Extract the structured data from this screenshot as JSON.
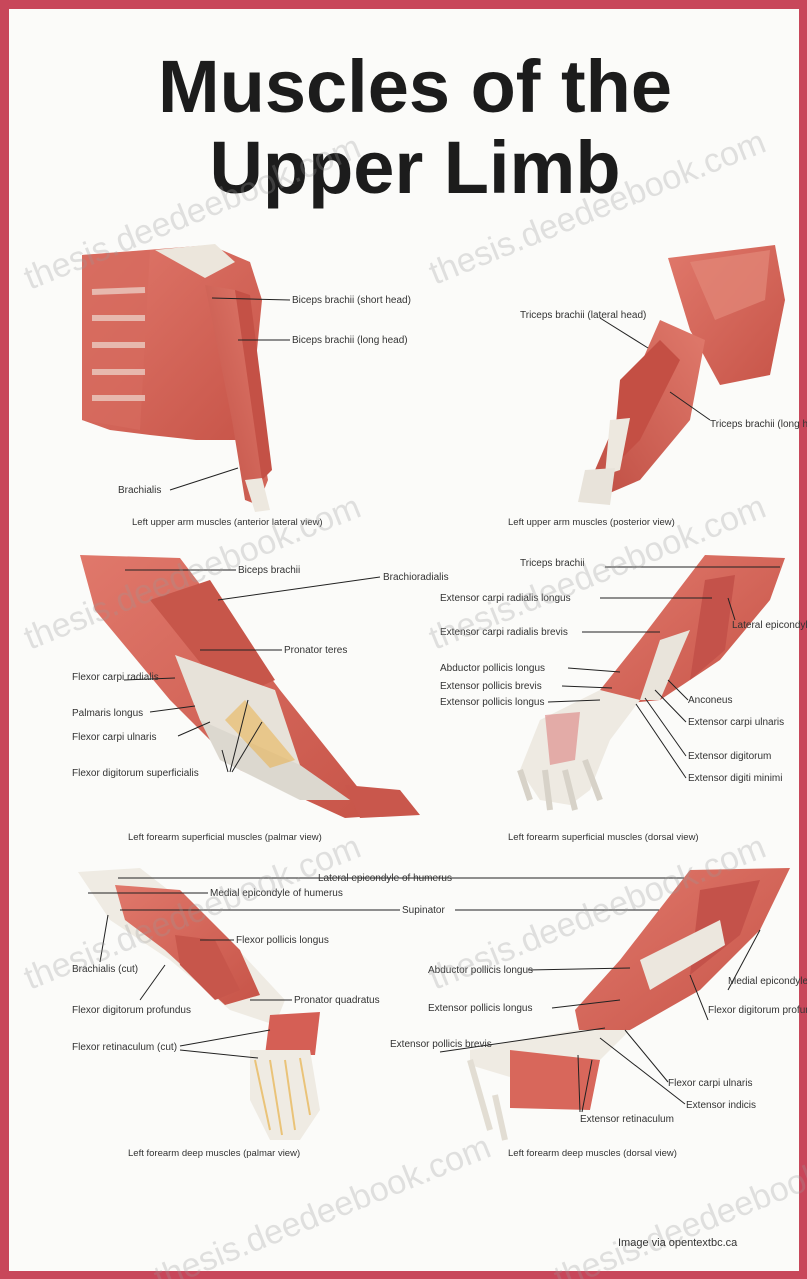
{
  "title": {
    "line1": "Muscles of the",
    "line2": "Upper Limb"
  },
  "watermark": "thesis.deedeebook.com",
  "credit": "Image via opentextbc.ca",
  "colors": {
    "border": "#c8475a",
    "muscle": "#d9695e",
    "muscle_dark": "#b84d45",
    "tendon": "#e8e4dc",
    "bone": "#f1ede4",
    "background": "#fbfbf9"
  },
  "panels": {
    "p1": {
      "caption": "Left upper arm muscles (anterior lateral view)",
      "labels": [
        "Biceps brachii (short head)",
        "Biceps brachii (long head)",
        "Brachialis"
      ]
    },
    "p2": {
      "caption": "Left upper arm muscles (posterior view)",
      "labels": [
        "Triceps brachii (lateral head)",
        "Triceps brachii (long head)"
      ]
    },
    "p3": {
      "caption": "Left forearm superficial muscles (palmar view)",
      "labels": [
        "Biceps brachii",
        "Brachioradialis",
        "Pronator teres",
        "Flexor carpi radialis",
        "Palmaris longus",
        "Flexor carpi ulnaris",
        "Flexor digitorum superficialis"
      ]
    },
    "p4": {
      "caption": "Left forearm superficial muscles (dorsal view)",
      "labels": [
        "Triceps brachii",
        "Extensor carpi radialis longus",
        "Extensor carpi radialis brevis",
        "Abductor pollicis longus",
        "Extensor pollicis brevis",
        "Extensor pollicis longus",
        "Lateral epicondyle of humerus",
        "Anconeus",
        "Extensor carpi ulnaris",
        "Extensor digitorum",
        "Extensor digiti minimi"
      ]
    },
    "p5": {
      "caption": "Left forearm deep muscles (palmar view)",
      "labels": [
        "Lateral epicondyle of humerus",
        "Medial epicondyle of humerus",
        "Supinator",
        "Flexor pollicis longus",
        "Brachialis (cut)",
        "Flexor digitorum profundus",
        "Pronator quadratus",
        "Flexor retinaculum (cut)"
      ]
    },
    "p6": {
      "caption": "Left forearm deep muscles (dorsal view)",
      "labels": [
        "Abductor pollicis longus",
        "Extensor pollicis longus",
        "Extensor pollicis brevis",
        "Medial epicondyle of humerus",
        "Flexor digitorum profundus",
        "Flexor carpi ulnaris",
        "Extensor indicis",
        "Extensor retinaculum"
      ]
    }
  }
}
